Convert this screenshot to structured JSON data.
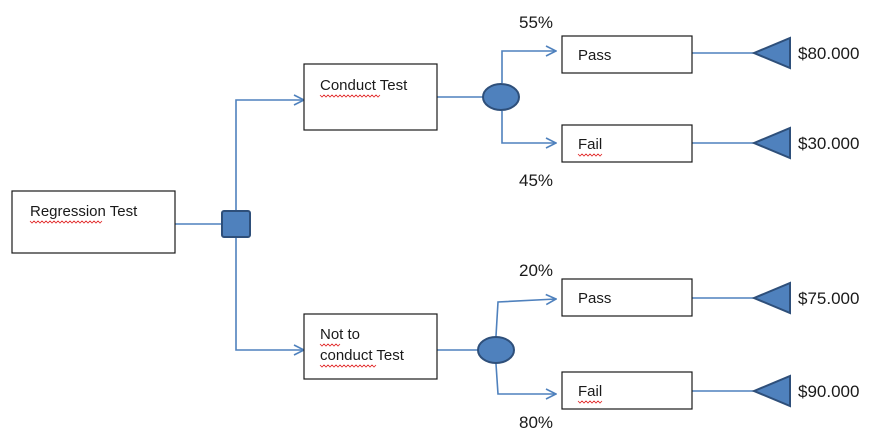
{
  "nodes": {
    "root": "Regression Test",
    "conduct": "Conduct Test",
    "not_to_line1": "Not to",
    "not_to_line2": "conduct Test",
    "pass_top": "Pass",
    "fail_top": "Fail",
    "pass_bottom": "Pass",
    "fail_bottom": "Fail"
  },
  "probabilities": {
    "conduct_pass": "55%",
    "conduct_fail": "45%",
    "not_pass": "20%",
    "not_fail": "80%"
  },
  "payoffs": {
    "conduct_pass": "$80.000",
    "conduct_fail": "$30.000",
    "not_pass": "$75.000",
    "not_fail": "$90.000"
  },
  "colors": {
    "connector": "#4f81bd",
    "node_fill": "#4f81bd",
    "node_border": "#2e4f7a",
    "spellcheck": "#e02020"
  }
}
